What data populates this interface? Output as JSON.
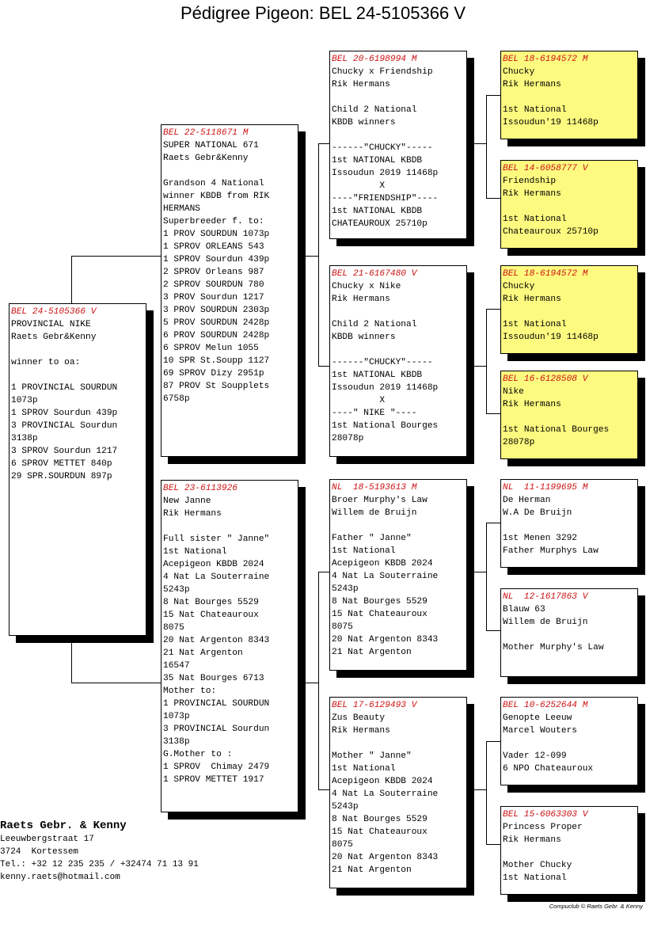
{
  "title": "Pédigree Pigeon: BEL 24-5105366 V",
  "cards": {
    "subject": {
      "ring": "BEL 24-5105366 V",
      "lines": [
        "PROVINCIAL NIKE",
        "Raets Gebr&Kenny",
        "",
        "winner to oa:",
        "",
        "1 PROVINCIAL SOURDUN",
        "1073p",
        "1 SPROV Sourdun 439p",
        "3 PROVINCIAL Sourdun",
        "3138p",
        "3 SPROV Sourdun 1217",
        "6 SPROV METTET 840p",
        "29 SPR.SOURDUN 897p"
      ]
    },
    "sire": {
      "ring": "BEL 22-5118671 M",
      "lines": [
        "SUPER NATIONAL 671",
        "Raets Gebr&Kenny",
        "",
        "Grandson 4 National",
        "winner KBDB from RIK",
        "HERMANS",
        "Superbreeder f. to:",
        "1 PROV SOURDUN 1073p",
        "1 SPROV ORLEANS 543",
        "1 SPROV Sourdun 439p",
        "2 SPROV Orleans 987",
        "2 SPROV SOURDUN 780",
        "3 PROV Sourdun 1217",
        "3 PROV SOURDUN 2303p",
        "5 PROV SOURDUN 2428p",
        "6 PROV SOURDUN 2428p",
        "6 SPROV Melun 1055",
        "10 SPR St.Soupp 1127",
        "69 SPROV Dizy 2951p",
        "87 PROV St Soupplets",
        "6758p"
      ]
    },
    "dam": {
      "ring": "BEL 23-6113926",
      "lines": [
        "New Janne",
        "Rik Hermans",
        "",
        "Full sister \" Janne\"",
        "1st National",
        "Acepigeon KBDB 2024",
        "4 Nat La Souterraine",
        "5243p",
        "8 Nat Bourges 5529",
        "15 Nat Chateauroux",
        "8075",
        "20 Nat Argenton 8343",
        "21 Nat Argenton",
        "16547",
        "35 Nat Bourges 6713",
        "Mother to:",
        "1 PROVINCIAL SOURDUN",
        "1073p",
        "3 PROVINCIAL Sourdun",
        "3138p",
        "G.Mother to :",
        "1 SPROV  Chimay 2479",
        "1 SPROV METTET 1917"
      ]
    },
    "ss": {
      "ring": "BEL 20-6198994 M",
      "lines": [
        "Chucky x Friendship",
        "Rik Hermans",
        "",
        "Child 2 National",
        "KBDB winners",
        "",
        "------\"CHUCKY\"-----",
        "1st NATIONAL KBDB",
        "Issoudun 2019 11468p",
        "         X",
        "----\"FRIENDSHIP\"----",
        "1st NATIONAL KBDB",
        "CHATEAUROUX 25710p"
      ]
    },
    "sd": {
      "ring": "BEL 21-6167480 V",
      "lines": [
        "Chucky x Nike",
        "Rik Hermans",
        "",
        "Child 2 National",
        "KBDB winners",
        "",
        "------\"CHUCKY\"-----",
        "1st NATIONAL KBDB",
        "Issoudun 2019 11468p",
        "         X",
        "----\" NIKE \"----",
        "1st National Bourges",
        "28078p"
      ]
    },
    "ds": {
      "ring": "NL  18-5193613 M",
      "lines": [
        "Broer Murphy's Law",
        "Willem de Bruijn",
        "",
        "Father \" Janne\"",
        "1st National",
        "Acepigeon KBDB 2024",
        "4 Nat La Souterraine",
        "5243p",
        "8 Nat Bourges 5529",
        "15 Nat Chateauroux",
        "8075",
        "20 Nat Argenton 8343",
        "21 Nat Argenton"
      ]
    },
    "dd": {
      "ring": "BEL 17-6129493 V",
      "lines": [
        "Zus Beauty",
        "Rik Hermans",
        "",
        "Mother \" Janne\"",
        "1st National",
        "Acepigeon KBDB 2024",
        "4 Nat La Souterraine",
        "5243p",
        "8 Nat Bourges 5529",
        "15 Nat Chateauroux",
        "8075",
        "20 Nat Argenton 8343",
        "21 Nat Argenton"
      ]
    },
    "sss": {
      "ring": "BEL 18-6194572 M",
      "lines": [
        "Chucky",
        "Rik Hermans",
        "",
        "1st National",
        "Issoudun'19 11468p"
      ]
    },
    "ssd": {
      "ring": "BEL 14-6058777 V",
      "lines": [
        "Friendship",
        "Rik Hermans",
        "",
        "1st National",
        "Chateauroux 25710p"
      ]
    },
    "sds": {
      "ring": "BEL 18-6194572 M",
      "lines": [
        "Chucky",
        "Rik Hermans",
        "",
        "1st National",
        "Issoudun'19 11468p"
      ]
    },
    "sdd": {
      "ring": "BEL 16-6128508 V",
      "lines": [
        "Nike",
        "Rik Hermans",
        "",
        "1st National Bourges",
        "28078p"
      ]
    },
    "dss": {
      "ring": "NL  11-1199695 M",
      "lines": [
        "De Herman",
        "W.A De Bruijn",
        "",
        "1st Menen 3292",
        "Father Murphys Law"
      ]
    },
    "dsd": {
      "ring": "NL  12-1617863 V",
      "lines": [
        "Blauw 63",
        "Willem de Bruijn",
        "",
        "Mother Murphy's Law"
      ]
    },
    "dds": {
      "ring": "BEL 10-6252644 M",
      "lines": [
        "Genopte Leeuw",
        "Marcel Wouters",
        "",
        "Vader 12-099",
        "6 NPO Chateauroux"
      ]
    },
    "ddd": {
      "ring": "BEL 15-6063303 V",
      "lines": [
        "Princess Proper",
        "Rik Hermans",
        "",
        "Mother Chucky",
        "1st National"
      ]
    }
  },
  "owner": {
    "name": "Raets Gebr. & Kenny",
    "address": "Leeuwbergstraat 17",
    "city": "3724  Kortessem",
    "phone": "Tel.: +32 12 235 235 / +32474 71 13 91",
    "email": "kenny.raets@hotmail.com"
  },
  "footer": "Compuclub © Raets Gebr. & Kenny"
}
